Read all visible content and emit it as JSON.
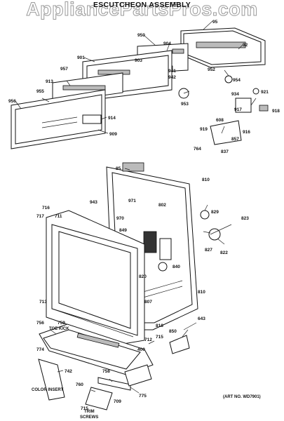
{
  "watermark": "AppliancePartsPros.com",
  "title": "ESCUTCHEON ASSEMBLY",
  "captions": {
    "toe_kick": "TOE KICK",
    "color_insert": "COLOR INSERT",
    "trim_screws_1": "TRIM",
    "trim_screws_2": "SCREWS",
    "art_no": "(ART NO. WD7901)"
  },
  "part_numbers": [
    "95",
    "950",
    "904",
    "92",
    "901",
    "903",
    "941",
    "942",
    "952",
    "954",
    "957",
    "913",
    "955",
    "956",
    "914",
    "909",
    "953",
    "934",
    "921",
    "917",
    "918",
    "608",
    "916",
    "919",
    "857",
    "764",
    "837",
    "85",
    "810",
    "943",
    "971",
    "802",
    "829",
    "823",
    "716",
    "717",
    "711",
    "970",
    "849",
    "827",
    "822",
    "840",
    "820",
    "713",
    "807",
    "810",
    "643",
    "756",
    "759",
    "818",
    "850",
    "715",
    "712",
    "400",
    "774",
    "742",
    "758",
    "760",
    "775",
    "709",
    "715"
  ]
}
